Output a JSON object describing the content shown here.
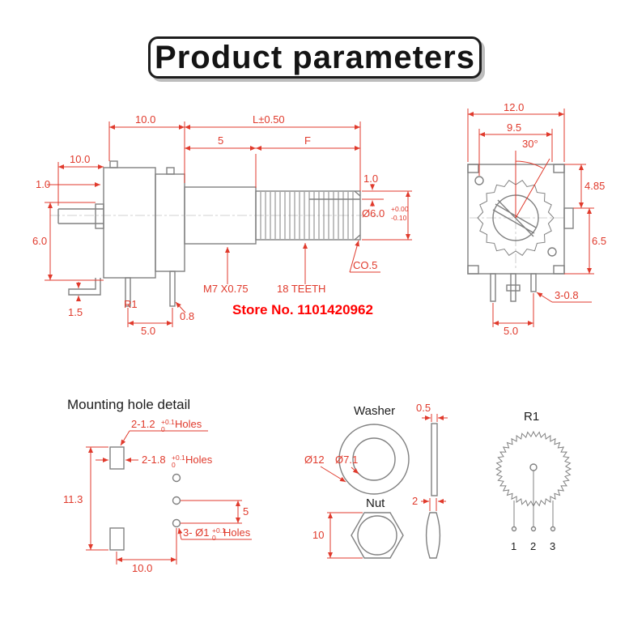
{
  "colors": {
    "dim": "#e03a2c",
    "store": "#ff0000",
    "outline": "#808080",
    "ink": "#1c1c1c"
  },
  "title": "Product parameters",
  "store_no": "Store No. 1101420962",
  "side_view": {
    "dim_body_width": "10.0",
    "dim_shaft_length": "L±0.50",
    "dim_bushing_length": "5",
    "dim_knurl_length": "F",
    "dim_rear_shaft_length": "10.0",
    "dim_tab": "1.0",
    "dim_center_height": "6.0",
    "dim_flat_depth": "1.0",
    "shaft_dia": "Ø6.0",
    "shaft_dia_tol_upper": "+0.00",
    "shaft_dia_tol_lower": "-0.10",
    "chamfer": "CO.5",
    "thread": "M7 X0.75",
    "teeth": "18 TEETH",
    "ref": "R1",
    "dim_pin_offset": "1.5",
    "dim_pin_width": "0.8",
    "dim_pin_pitch": "5.0"
  },
  "front_view": {
    "dim_body_width": "12.0",
    "dim_hole_span": "9.5",
    "dim_angle": "30°",
    "dim_top_to_tab": "4.85",
    "dim_tab_to_bottom": "6.5",
    "dim_pins": "3-0.8",
    "dim_pin_pitch": "5.0"
  },
  "mounting": {
    "title": "Mounting hole detail",
    "slot1_prefix": "2-1.2",
    "slot1_tol_upper": "+0.1",
    "slot1_tol_lower": "0",
    "slot1_suffix": "Holes",
    "slot2_prefix": "2-1.8",
    "slot2_tol_upper": "+0.1",
    "slot2_tol_lower": "0",
    "slot2_suffix": "Holes",
    "holes_prefix": "3- Ø1",
    "holes_tol_upper": "+0.1",
    "holes_tol_lower": "0",
    "holes_suffix": "Holes",
    "dim_height": "11.3",
    "dim_width": "10.0",
    "dim_hole_pitch": "5"
  },
  "washer": {
    "label": "Washer",
    "outer_dia": "Ø12",
    "inner_dia": "Ø7.1",
    "thickness": "0.5"
  },
  "nut": {
    "label": "Nut",
    "height": "10",
    "thickness": "2"
  },
  "resistor": {
    "label": "R1",
    "terminal_1": "1",
    "terminal_2": "2",
    "terminal_3": "3"
  }
}
